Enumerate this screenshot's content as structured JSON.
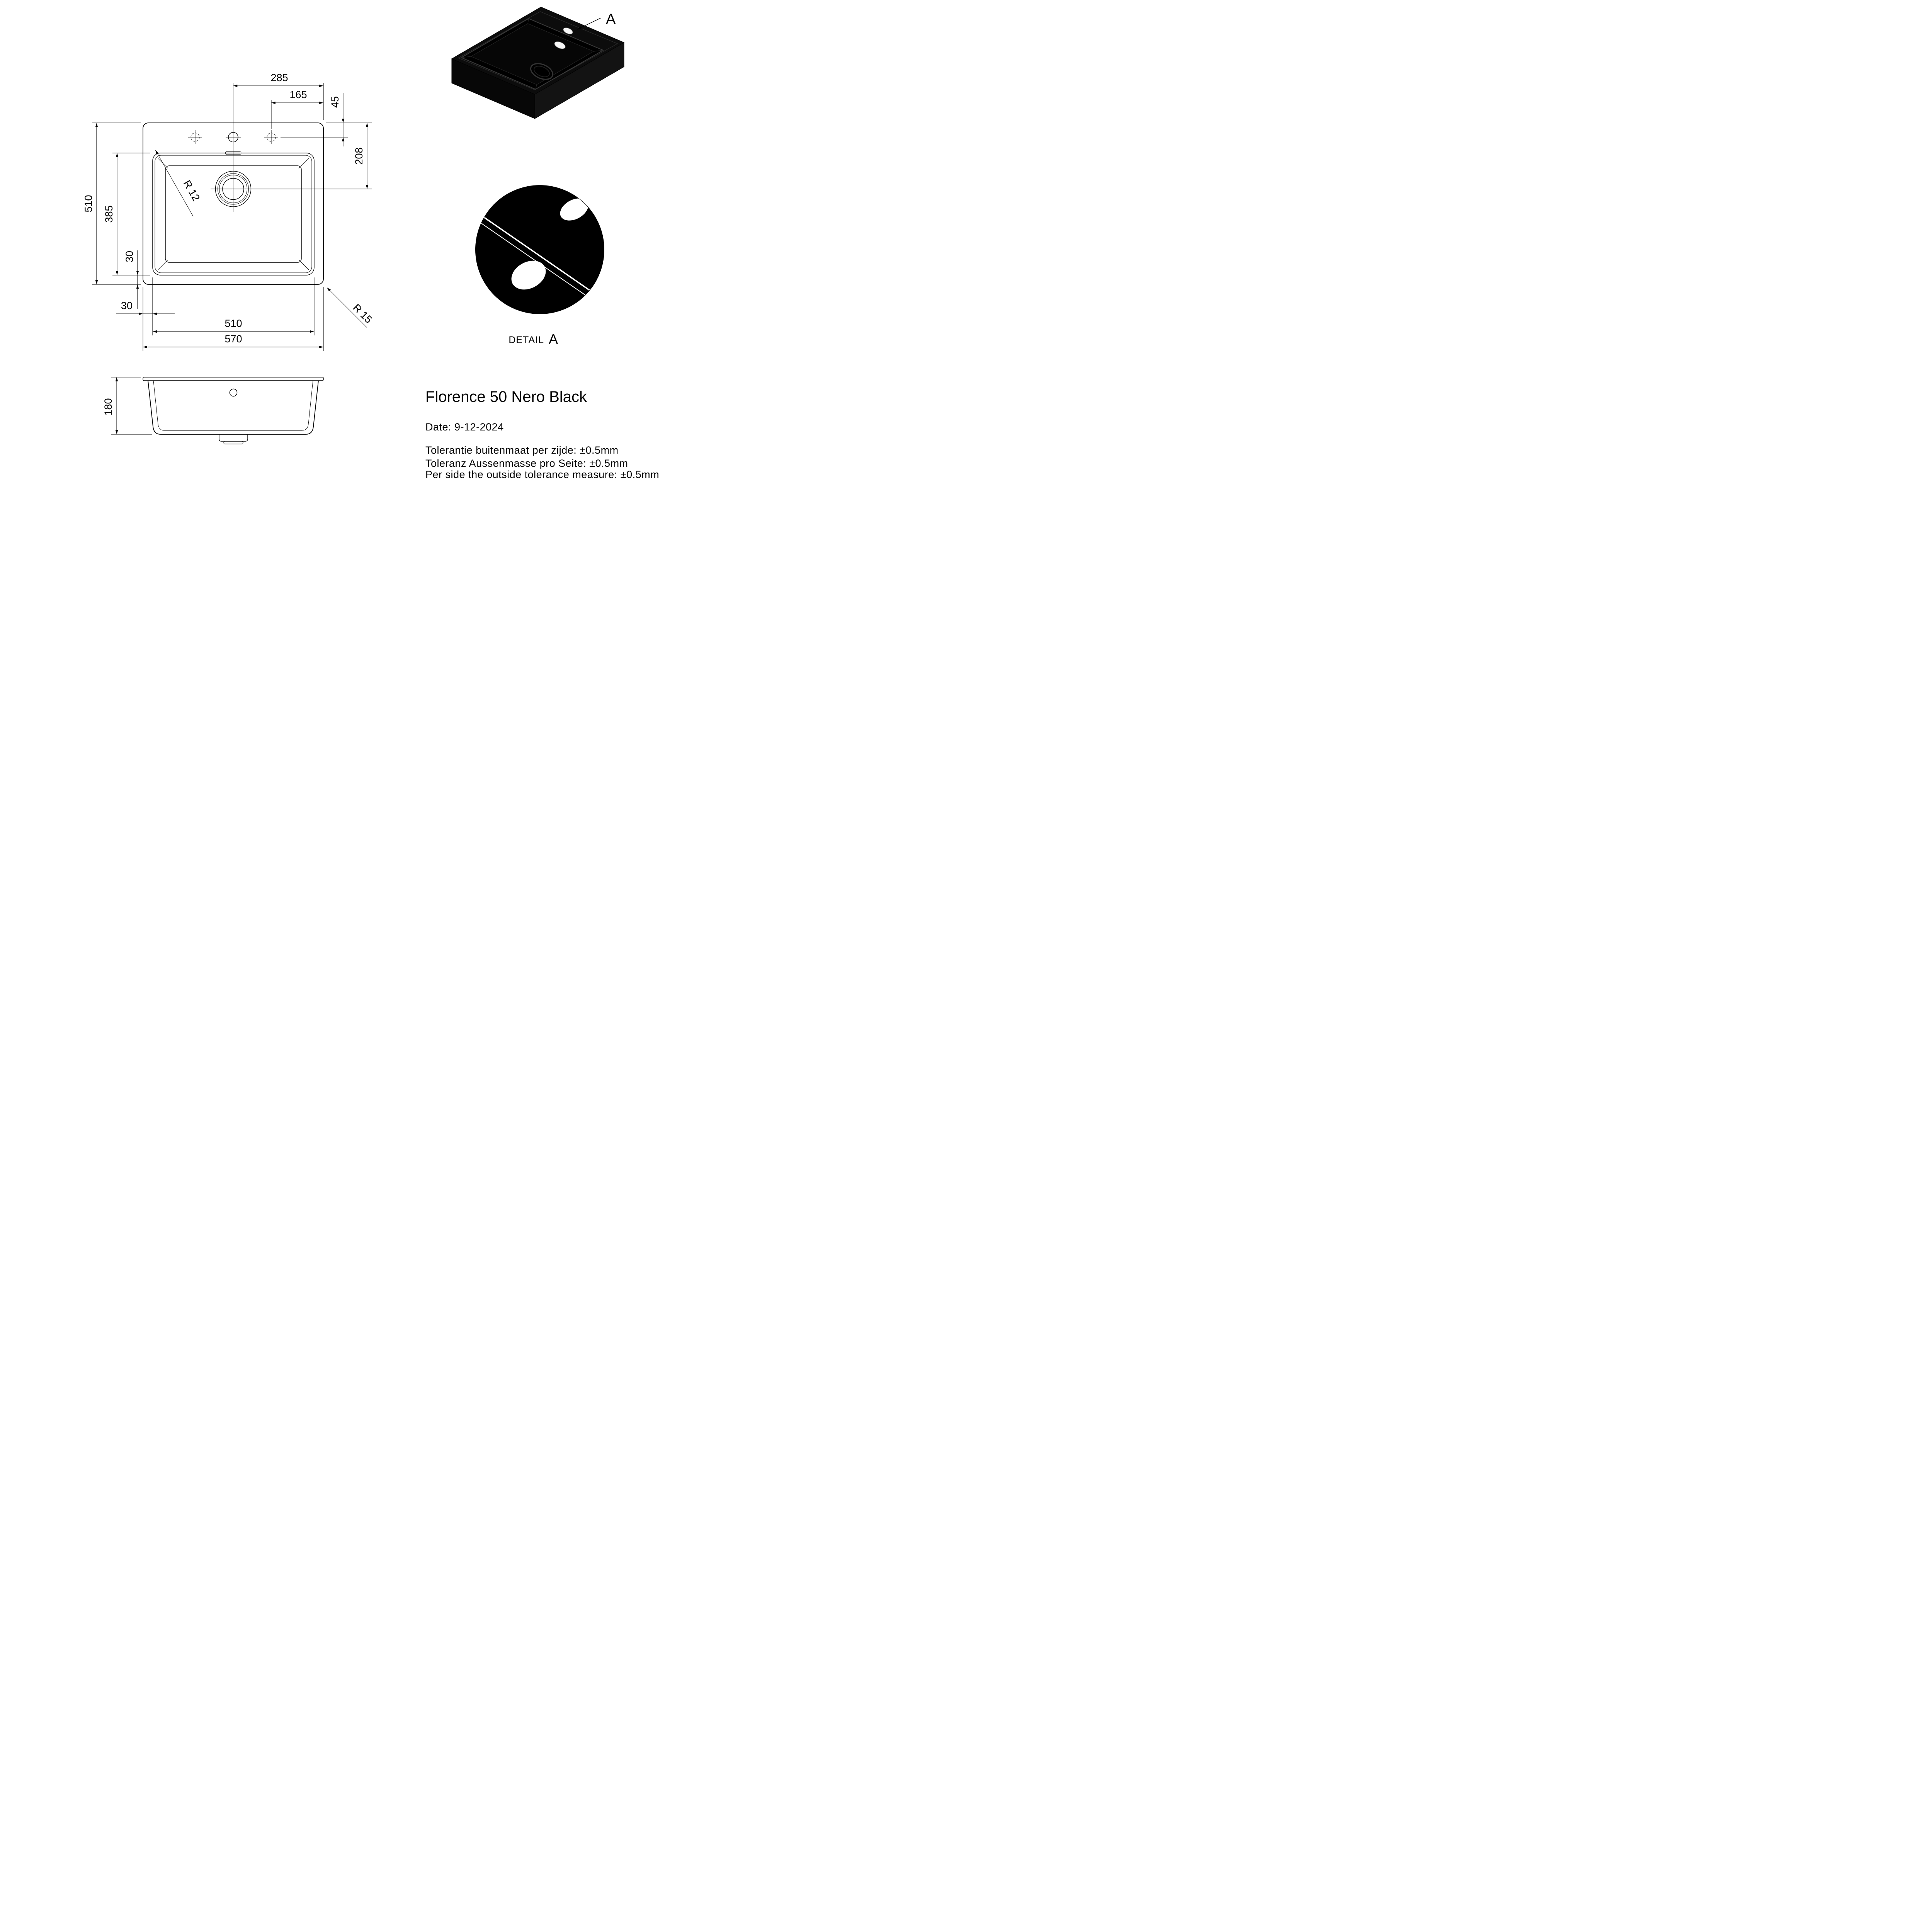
{
  "plan": {
    "d285": "285",
    "d45": "45",
    "d165": "165",
    "d208": "208",
    "d510v": "510",
    "d385": "385",
    "d30v": "30",
    "d30h": "30",
    "d510h": "510",
    "d570": "570",
    "r12": "R 12",
    "r15": "R 15"
  },
  "side": {
    "d180": "180"
  },
  "iso": {
    "callout": "A"
  },
  "detail": {
    "label": "DETAIL",
    "letter": "A"
  },
  "info": {
    "title": "Florence 50 Nero Black",
    "date": "Date: 9-12-2024",
    "tol_nl": "Tolerantie buitenmaat per zijde: ±0.5mm",
    "tol_de": "Toleranz Aussenmasse pro Seite: ±0.5mm",
    "tol_en": "Per side the outside tolerance measure: ±0.5mm"
  },
  "colors": {
    "line": "#000000",
    "background": "#ffffff",
    "sink_black": "#0a0a0a",
    "hole_white": "#ffffff"
  }
}
